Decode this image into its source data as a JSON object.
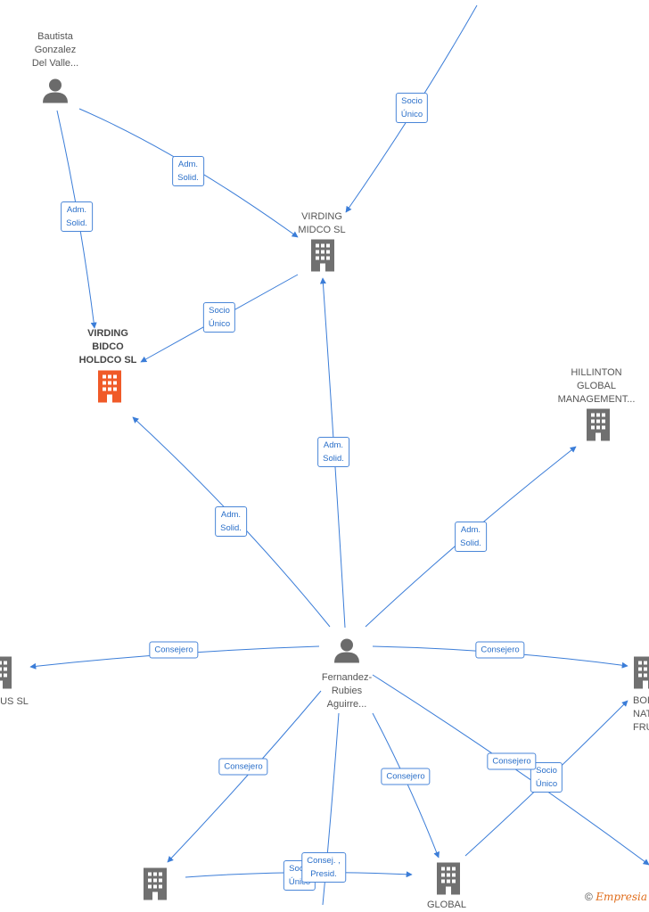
{
  "nodes": [
    {
      "id": "bautista",
      "type": "person",
      "label": "Bautista\nGonzalez\nDel Valle...",
      "main": false
    },
    {
      "id": "virding_midco",
      "type": "company",
      "label": "VIRDING\nMIDCO  SL",
      "main": false
    },
    {
      "id": "virding_bidco",
      "type": "company",
      "label": "VIRDING\nBIDCO\nHOLDCO  SL",
      "main": true
    },
    {
      "id": "hillinton",
      "type": "company",
      "label": "HILLINTON\nGLOBAL\nMANAGEMENT...",
      "main": false
    },
    {
      "id": "fernandez",
      "type": "person",
      "label": "Fernandez-\nRubies\nAguirre...",
      "main": false
    },
    {
      "id": "left_co",
      "type": "company",
      "label": "US  SL",
      "main": false
    },
    {
      "id": "right_co",
      "type": "company",
      "label": "BOI\nNATU\nFRUI",
      "main": false
    },
    {
      "id": "bottom_left_co",
      "type": "company",
      "label": "",
      "main": false
    },
    {
      "id": "global_co",
      "type": "company",
      "label": "GLOBAL",
      "main": false
    }
  ],
  "edges": [
    {
      "id": "e1",
      "label": "Socio\nÚnico"
    },
    {
      "id": "e2",
      "label": "Adm.\nSolid."
    },
    {
      "id": "e3",
      "label": "Adm.\nSolid."
    },
    {
      "id": "e4",
      "label": "Socio\nÚnico"
    },
    {
      "id": "e5",
      "label": "Adm.\nSolid."
    },
    {
      "id": "e6",
      "label": "Adm.\nSolid."
    },
    {
      "id": "e7",
      "label": "Adm.\nSolid."
    },
    {
      "id": "e8",
      "label": "Consejero"
    },
    {
      "id": "e9",
      "label": "Consejero"
    },
    {
      "id": "e10",
      "label": "Consejero"
    },
    {
      "id": "e11",
      "label": "Consejero"
    },
    {
      "id": "e12",
      "label": "Consejero"
    },
    {
      "id": "e13",
      "label": "Socio\nÚnico"
    },
    {
      "id": "e14",
      "label": "Socio\nÚnico"
    },
    {
      "id": "e15",
      "label": "Consej. ,\nPresid."
    }
  ],
  "colors": {
    "edge": "#3b7dd8",
    "company": "#707070",
    "main_company": "#f05a28",
    "person": "#6b6b6b"
  },
  "watermark": {
    "symbol": "©",
    "brand": "Empresia"
  }
}
